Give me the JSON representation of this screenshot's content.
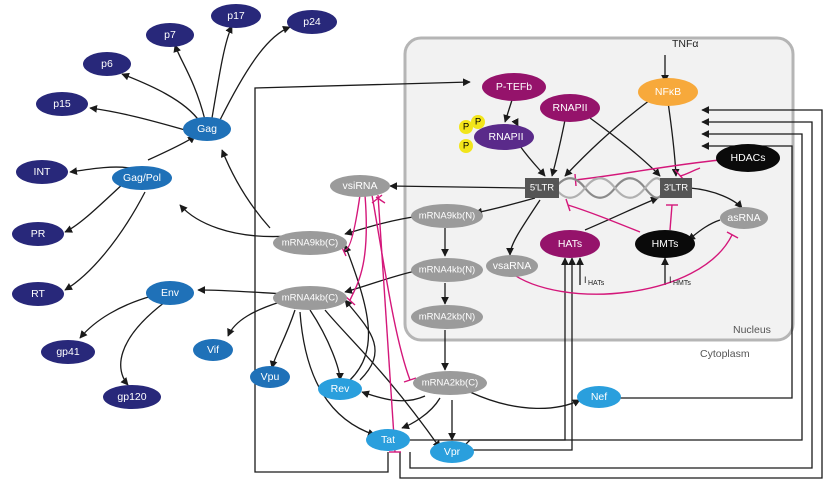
{
  "colors": {
    "navy": "#28287a",
    "blue": "#1f71b8",
    "sky": "#2a9fdd",
    "gray": "#9b9b9b",
    "dark_box": "#555555",
    "purple": "#5a2a8a",
    "magenta": "#95136b",
    "orange": "#f7a93b",
    "black": "#0a0a0a",
    "inhibit": "#d4177a",
    "nucleus_fill": "#f2f2f2",
    "nucleus_stroke": "#b5b5b5",
    "yellow": "#f2e51a"
  },
  "compartments": {
    "nucleus": "Nucleus",
    "cytoplasm": "Cytoplasm"
  },
  "stimulus": {
    "tnfa": "TNFα"
  },
  "nodes": {
    "p6": "p6",
    "p7": "p7",
    "p17": "p17",
    "p24": "p24",
    "p15": "p15",
    "int": "INT",
    "pr": "PR",
    "rt": "RT",
    "gp41": "gp41",
    "gp120": "gp120",
    "gag": "Gag",
    "gagpol": "Gag/Pol",
    "env": "Env",
    "vif": "Vif",
    "vpu": "Vpu",
    "rev": "Rev",
    "tat": "Tat",
    "vpr": "Vpr",
    "nef": "Nef",
    "vsirna": "vsiRNA",
    "mrna9kbc": "mRNA9kb(C)",
    "mrna4kbc": "mRNA4kb(C)",
    "mrna2kbc": "mRNA2kb(C)",
    "mrna9kbn": "mRNA9kb(N)",
    "mrna4kbn": "mRNA4kb(N)",
    "mrna2kbn": "mRNA2kb(N)",
    "vsarna": "vsaRNA",
    "asrna": "asRNA",
    "ptefb": "P-TEFb",
    "rnapii": "RNAPII",
    "rnapii_p": "RNAPII",
    "phos": "P",
    "nfkb": "NFκB",
    "hdacs": "HDACs",
    "hats": "HATs",
    "hmts": "HMTs",
    "ltr5": "5'LTR",
    "ltr3": "3'LTR"
  },
  "inputs": {
    "ihats": "I",
    "ihats_sub": "HATs",
    "ihmts": "I",
    "ihmts_sub": "HMTs"
  }
}
